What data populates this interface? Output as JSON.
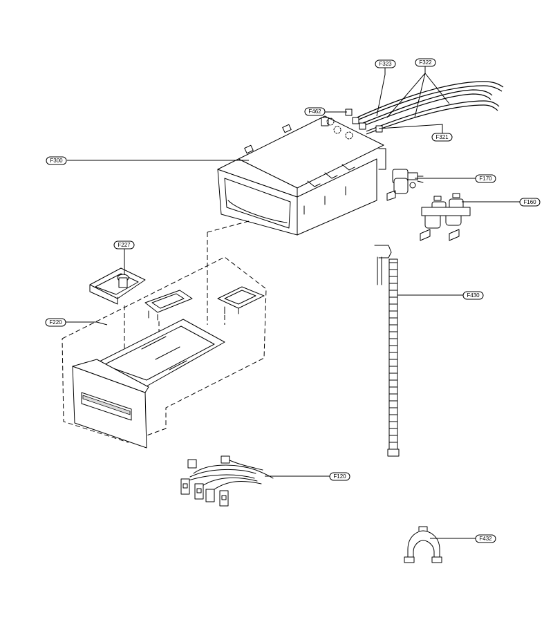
{
  "labels": [
    {
      "id": "F323",
      "text": "F323"
    },
    {
      "id": "F322",
      "text": "F322"
    },
    {
      "id": "F462",
      "text": "F462"
    },
    {
      "id": "F321",
      "text": "F321"
    },
    {
      "id": "F300",
      "text": "F300"
    },
    {
      "id": "F170",
      "text": "F170"
    },
    {
      "id": "F160",
      "text": "F160"
    },
    {
      "id": "F227",
      "text": "F227"
    },
    {
      "id": "F430",
      "text": "F430"
    },
    {
      "id": "F220",
      "text": "F220"
    },
    {
      "id": "F120",
      "text": "F120"
    },
    {
      "id": "F432",
      "text": "F432"
    }
  ]
}
